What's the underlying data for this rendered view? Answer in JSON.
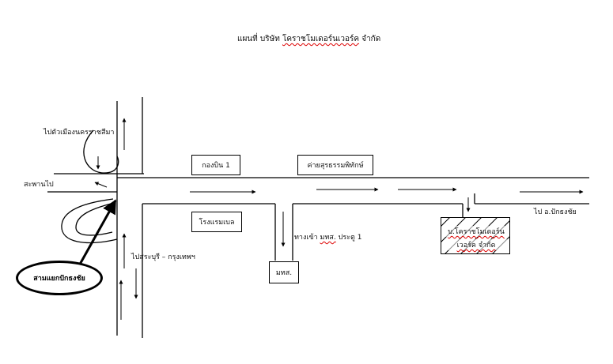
{
  "title": {
    "prefix": "แผนที่ บริษัท ",
    "name": "โคราชโมเดอร์นเวอร์ค",
    "suffix": " จำกัด"
  },
  "labels": {
    "to_city": "ไปตัวเมืองนครราชสีมา",
    "bridge": "สะพานไป",
    "to_saraburi": "ไปสระบุรี – กรุงเทพฯ",
    "to_pakthongchai": "ไป อ.ปักธงชัย",
    "mtc_gate": {
      "prefix": "ทางเข้า ",
      "name": "มทส.",
      "suffix": " ประตู 1"
    }
  },
  "boxes": {
    "battalion": "กองบิน 1",
    "camp": "ค่ายสุรธรรมพิทักษ์",
    "hotel": "โรงแรมเบล",
    "university": "มทส."
  },
  "company_box": {
    "line1": "บ.โคราชโมเดอร์น",
    "line2": "เวอร์ค จำกัด"
  },
  "junction": "สามแยกปักธงชัย",
  "colors": {
    "line": "#000000",
    "spellcheck": "#dd0000"
  }
}
